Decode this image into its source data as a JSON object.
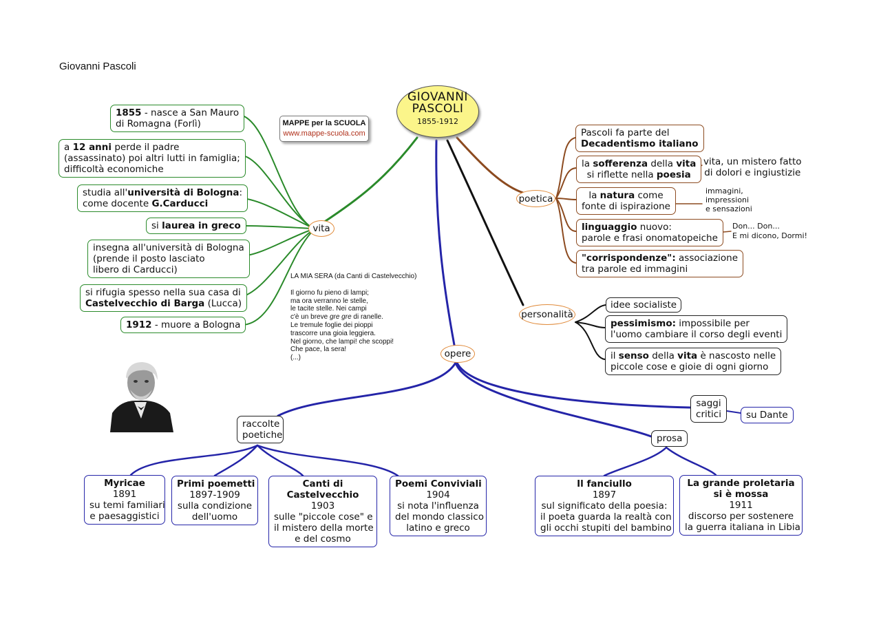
{
  "document_title": "Giovanni Pascoli",
  "root": {
    "line1": "GIOVANNI",
    "line2": "PASCOLI",
    "line3": "1855-1912"
  },
  "logo": {
    "line1": "MAPPE per la SCUOLA",
    "line2": "www.mappe-scuola.com"
  },
  "hubs": {
    "vita": "vita",
    "poetica": "poetica",
    "personalita": "personalità",
    "opere": "opere"
  },
  "vita": [
    {
      "b1": "1855",
      "t1": " - nasce a San Mauro",
      "t2": "di Romagna (Forlì)"
    },
    {
      "t1a": "a ",
      "b1": "12 anni",
      "t1b": " perde il padre",
      "t2": "(assassinato) poi altri lutti in famiglia;",
      "t3": "difficoltà economiche"
    },
    {
      "t1a": "studia all'",
      "b1": "università di Bologna",
      "t1b": ":",
      "t2a": "come docente ",
      "b2": "G.Carducci"
    },
    {
      "t1a": "si ",
      "b1": "laurea in greco"
    },
    {
      "t1": "insegna all'università di Bologna",
      "t2": "(prende il posto lasciato",
      "t3": "libero di Carducci)"
    },
    {
      "t1": "si rifugia spesso nella sua casa di",
      "b2": "Castelvecchio di Barga",
      "t2b": " (Lucca)"
    },
    {
      "b1": "1912",
      "t1": " - muore a Bologna"
    }
  ],
  "poem": {
    "title": "LA MIA SERA (da Canti di Castelvecchio)",
    "l1": "Il giorno fu pieno di lampi;",
    "l2": "ma ora verranno le stelle,",
    "l3": "le tacite stelle. Nei campi",
    "l4a": "c'è un breve ",
    "l4i": "gre gre",
    "l4b": "  di ranelle.",
    "l5": "Le tremule foglie dei pioppi",
    "l6": "trascorre una gioia leggiera.",
    "l7": "Nel giorno, che lampi! che scoppi!",
    "l8": "Che pace, la sera!",
    "l9": "(...)"
  },
  "poetica": [
    {
      "t1": "Pascoli fa parte del",
      "b2": "Decadentismo italiano"
    },
    {
      "t1a": "la ",
      "b1": "sofferenza",
      "t1b": " della ",
      "b1c": "vita",
      "t2a": "si riflette nella ",
      "b2": "poesia"
    },
    {
      "t1a": "la ",
      "b1": "natura",
      "t1b": " come",
      "t2": "fonte di ispirazione"
    },
    {
      "b1": "linguaggio",
      "t1b": " nuovo:",
      "t2": "parole e frasi onomatopeiche"
    },
    {
      "b1": "\"corrispondenze\":",
      "t1b": " associazione",
      "t2": "tra parole ed immagini"
    }
  ],
  "poetica_notes": {
    "vita_l1": "vita, un mistero fatto",
    "vita_l2": "di dolori e ingiustizie",
    "nat_l1": "immagini,",
    "nat_l2": "impressioni",
    "nat_l3": "e sensazioni",
    "ling_l1": "Don... Don...",
    "ling_l2": "E mi dicono, Dormi!"
  },
  "personalita": [
    {
      "t1": "idee socialiste"
    },
    {
      "b1": "pessimismo:",
      "t1b": " impossibile per",
      "t2": "l'uomo cambiare il corso degli eventi"
    },
    {
      "t1a": "il ",
      "b1": "senso",
      "t1b": " della ",
      "b1c": "vita",
      "t1d": " è nascosto nelle",
      "t2": "piccole cose e gioie di ogni giorno"
    }
  ],
  "opere": {
    "raccolte": {
      "l1": "raccolte",
      "l2": "poetiche"
    },
    "saggi": {
      "l1": "saggi",
      "l2": "critici"
    },
    "su_dante": "su Dante",
    "prosa": "prosa",
    "works": [
      {
        "title": "Myricae",
        "year": "1891",
        "d1": "su temi familiari",
        "d2": "e paesaggistici"
      },
      {
        "title": "Primi poemetti",
        "year": "1897-1909",
        "d1": "sulla condizione",
        "d2": "dell'uomo"
      },
      {
        "title1": "Canti di",
        "title2": "Castelvecchio",
        "year": "1903",
        "d1": "sulle \"piccole cose\" e",
        "d2": "il mistero della morte",
        "d3": "e del cosmo"
      },
      {
        "title": "Poemi Conviviali",
        "year": "1904",
        "d1": "si nota l'influenza",
        "d2": "del mondo classico",
        "d3": "latino e greco"
      },
      {
        "title": "Il fanciullo",
        "year": "1897",
        "d1": "sul significato della poesia:",
        "d2": "il poeta guarda la realtà con",
        "d3": "gli occhi stupiti del bambino"
      },
      {
        "title1": "La grande proletaria",
        "title2": "si è mossa",
        "year": "1911",
        "d1": "discorso per sostenere",
        "d2": "la guerra italiana in Libia"
      }
    ]
  },
  "colors": {
    "green": "#2a8a2a",
    "brown": "#8c4a1f",
    "black": "#111111",
    "blue": "#2424a8",
    "root_fill": "#fbf58a",
    "hub_border": "#e08a3a"
  }
}
